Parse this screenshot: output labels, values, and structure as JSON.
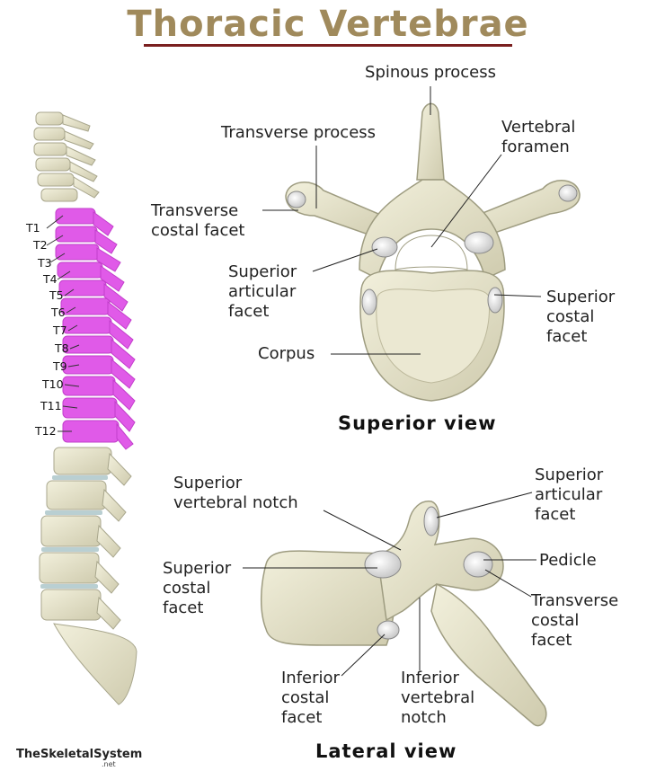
{
  "title": "Thoracic Vertebrae",
  "superior": {
    "view_title": "Superior view",
    "labels": {
      "spinous": "Spinous process",
      "transverse_process": "Transverse process",
      "vertebral_foramen": "Vertebral\nforamen",
      "transverse_costal_facet": "Transverse\ncostal facet",
      "superior_articular_facet": "Superior\narticular\nfacet",
      "superior_costal_facet": "Superior\ncostal\nfacet",
      "corpus": "Corpus"
    }
  },
  "lateral": {
    "view_title": "Lateral view",
    "labels": {
      "superior_vertebral_notch": "Superior\nvertebral notch",
      "superior_articular_facet": "Superior\narticular\nfacet",
      "pedicle": "Pedicle",
      "superior_costal_facet": "Superior\ncostal\nfacet",
      "transverse_costal_facet": "Transverse\ncostal\nfacet",
      "inferior_costal_facet": "Inferior\ncostal\nfacet",
      "inferior_vertebral_notch": "Inferior\nvertebral\nnotch"
    }
  },
  "spine": {
    "vertebra_labels": [
      "T1",
      "T2",
      "T3",
      "T4",
      "T5",
      "T6",
      "T7",
      "T8",
      "T9",
      "T10",
      "T11",
      "T12"
    ],
    "highlight_color": "#e05ae8"
  },
  "credit": {
    "name": "TheSkeletalSystem",
    "suffix": ".net"
  },
  "colors": {
    "title": "#a08a5c",
    "rule": "#7a1f1f",
    "bone": "#e6e3c8",
    "bone_edge": "#9e9c80"
  }
}
